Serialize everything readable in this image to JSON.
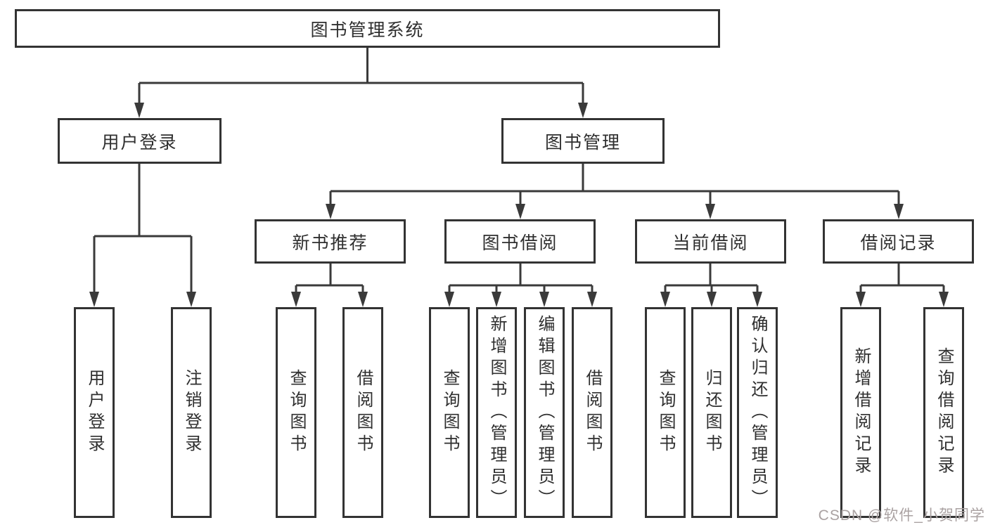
{
  "diagram": {
    "root": {
      "label": "图书管理系统"
    },
    "level2": [
      {
        "label": "用户登录"
      },
      {
        "label": "图书管理"
      }
    ],
    "level3": [
      {
        "label": "新书推荐"
      },
      {
        "label": "图书借阅"
      },
      {
        "label": "当前借阅"
      },
      {
        "label": "借阅记录"
      }
    ],
    "leaves": [
      {
        "label": "用户登录"
      },
      {
        "label": "注销登录"
      },
      {
        "label": "查询图书"
      },
      {
        "label": "借阅图书"
      },
      {
        "label": "查询图书"
      },
      {
        "label": "新增图书（管理员）"
      },
      {
        "label": "编辑图书（管理员）"
      },
      {
        "label": "借阅图书"
      },
      {
        "label": "查询图书"
      },
      {
        "label": "归还图书"
      },
      {
        "label": "确认归还（管理员）"
      },
      {
        "label": "新增借阅记录"
      },
      {
        "label": "查询借阅记录"
      }
    ]
  },
  "watermark": {
    "text": "CSDN @软件_小贺同学"
  },
  "colors": {
    "line": "#3a3a3a",
    "box_border": "#333333",
    "text": "#2f2f2f",
    "watermark": "#aaa2a2"
  }
}
